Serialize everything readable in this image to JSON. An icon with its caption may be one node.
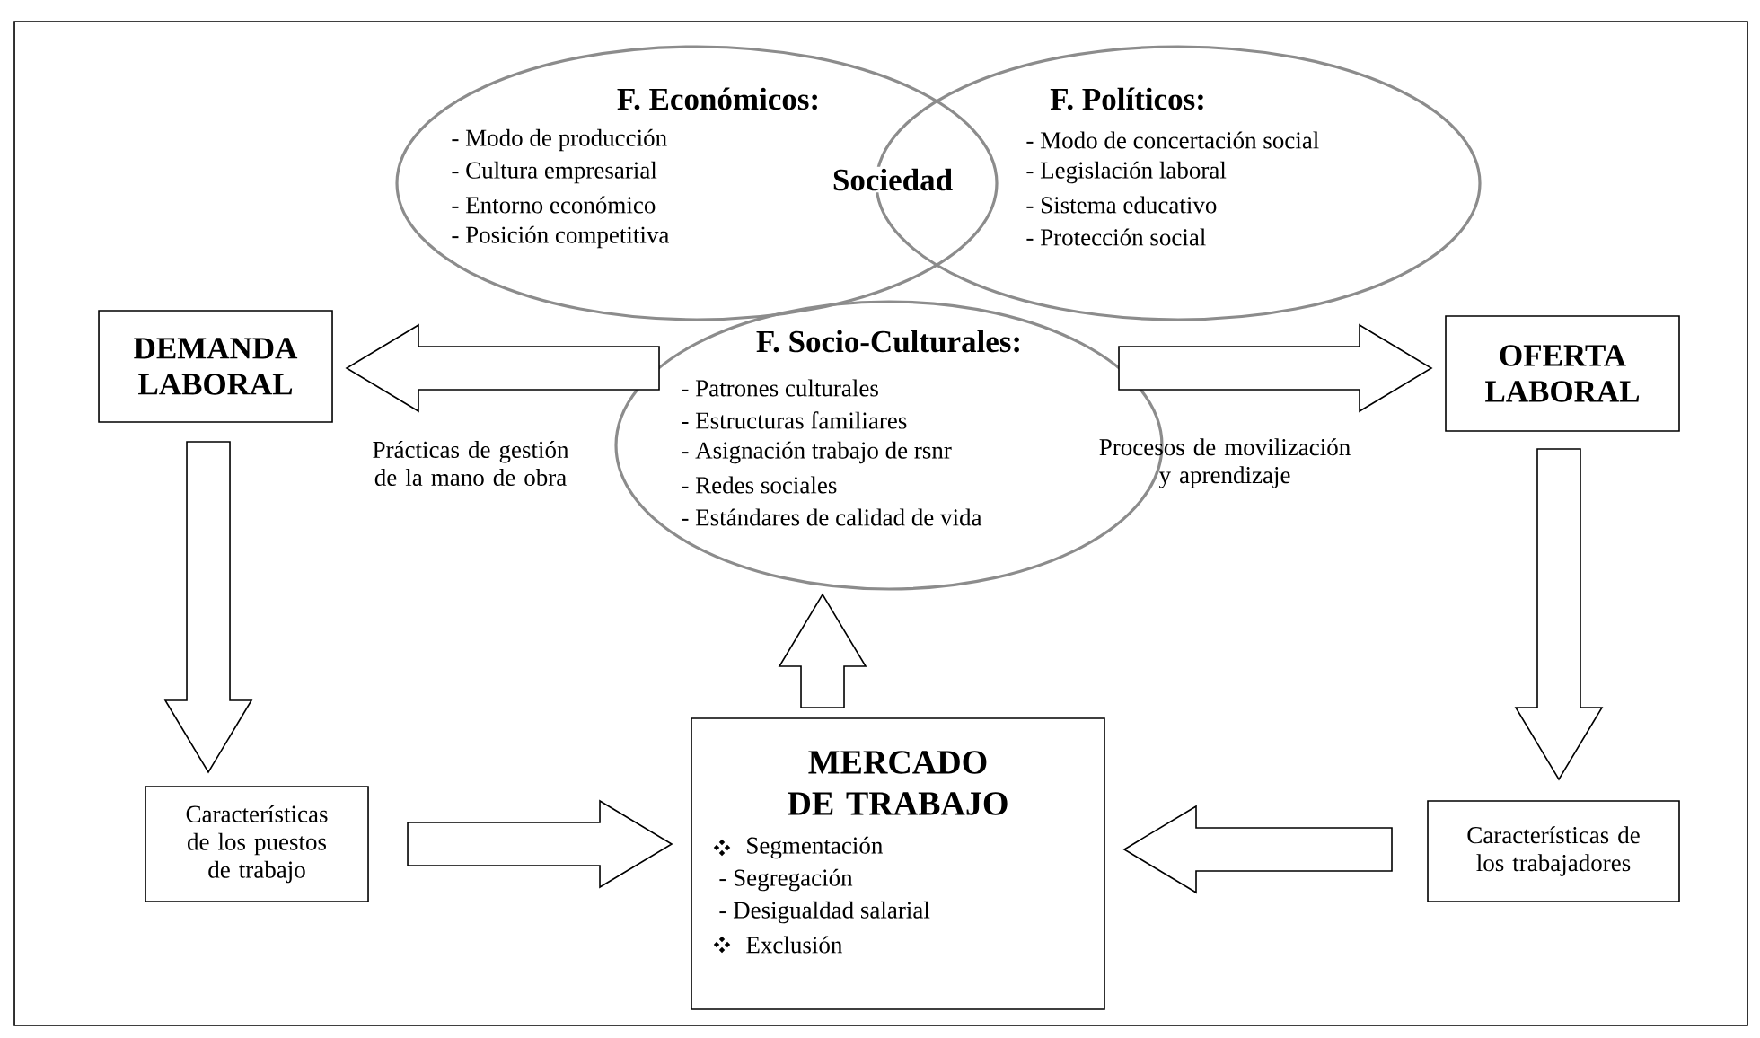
{
  "diagram": {
    "nodes": [
      {
        "text": [
          "F. Económicos:",
          "- Modo de producción",
          "- Cultura empresarial",
          "- Entorno económico",
          "- Posición competitiva"
        ]
      },
      {
        "text": [
          "F. Políticos:",
          "- Modo de concertación social",
          "- Legislación laboral",
          "- Sistema educativo",
          "- Protección social"
        ]
      },
      {
        "text": [
          "F. Socio-Culturales:",
          "- Patrones culturales",
          "- Estructuras familiares",
          "- Asignación trabajo de rsnr",
          "- Redes sociales",
          "- Estándares de calidad de vida"
        ]
      },
      {
        "text": [
          "DEMANDA LABORAL"
        ]
      },
      {
        "text": [
          "OFERTA LABORAL"
        ]
      },
      {
        "text": [
          "Características de los puestos de trabajo"
        ]
      },
      {
        "text": [
          "MERCADO DE TRABAJO",
          "Segmentación",
          "- Segregación",
          "- Desigualdad salarial",
          "Exclusión"
        ]
      },
      {
        "text": [
          "Características de los trabajadores"
        ]
      }
    ],
    "edges": [
      {
        "from": 2,
        "to": 3,
        "arrow": "to"
      },
      {
        "from": 2,
        "to": 4,
        "arrow": "to"
      },
      {
        "from": 3,
        "to": 5,
        "arrow": "to"
      },
      {
        "from": 4,
        "to": 7,
        "arrow": "to"
      },
      {
        "from": 5,
        "to": 6,
        "arrow": "to"
      },
      {
        "from": 7,
        "to": 6,
        "arrow": "to"
      },
      {
        "from": 6,
        "to": 2,
        "arrow": "to"
      }
    ],
    "labels": [
      "Sociedad",
      "Prácticas de gestión de la mano de obra",
      "Procesos de movilización y aprendizaje"
    ]
  }
}
